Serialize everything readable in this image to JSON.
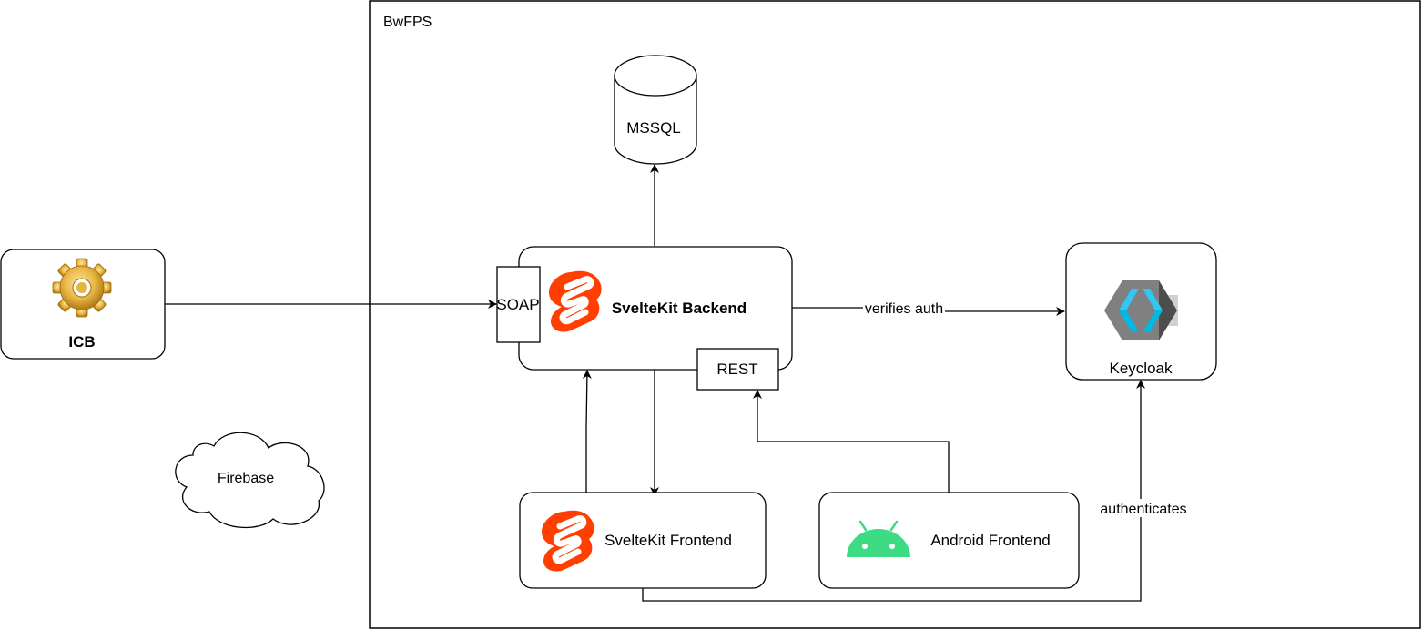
{
  "boundary": {
    "label": "BwFPS"
  },
  "nodes": {
    "icb": {
      "label": "ICB",
      "icon": "gear-icon"
    },
    "firebase": {
      "label": "Firebase"
    },
    "mssql": {
      "label": "MSSQL"
    },
    "backend": {
      "label": "SvelteKit Backend",
      "icon": "svelte-logo-icon"
    },
    "soap": {
      "label": "SOAP"
    },
    "rest": {
      "label": "REST"
    },
    "keycloak": {
      "label": "Keycloak",
      "icon": "keycloak-logo-icon"
    },
    "frontend": {
      "label": "SvelteKit Frontend",
      "icon": "svelte-logo-icon"
    },
    "android": {
      "label": "Android Frontend",
      "icon": "android-robot-icon"
    }
  },
  "edges": {
    "backend_keycloak": {
      "label": "verifies auth"
    },
    "frontend_keycloak": {
      "label": "authenticates"
    }
  },
  "colors": {
    "svelte": "#FF3E00",
    "android": "#3DDC84",
    "keycloak_blue": "#00B8E3",
    "keycloak_dark": "#4D4D4D",
    "gear": "#E8B440"
  }
}
